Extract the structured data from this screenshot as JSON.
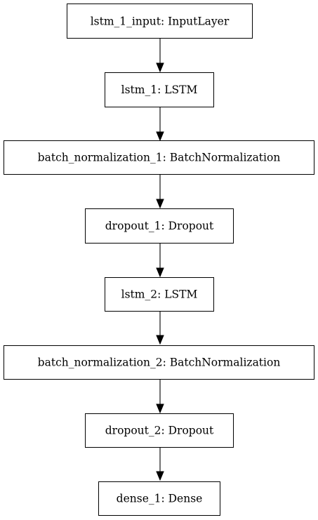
{
  "diagram": {
    "nodes": [
      {
        "id": "lstm_1_input",
        "label": "lstm_1_input: InputLayer"
      },
      {
        "id": "lstm_1",
        "label": "lstm_1: LSTM"
      },
      {
        "id": "batch_normalization_1",
        "label": "batch_normalization_1: BatchNormalization"
      },
      {
        "id": "dropout_1",
        "label": "dropout_1: Dropout"
      },
      {
        "id": "lstm_2",
        "label": "lstm_2: LSTM"
      },
      {
        "id": "batch_normalization_2",
        "label": "batch_normalization_2: BatchNormalization"
      },
      {
        "id": "dropout_2",
        "label": "dropout_2: Dropout"
      },
      {
        "id": "dense_1",
        "label": "dense_1: Dense"
      }
    ],
    "edges": [
      {
        "from": "lstm_1_input",
        "to": "lstm_1"
      },
      {
        "from": "lstm_1",
        "to": "batch_normalization_1"
      },
      {
        "from": "batch_normalization_1",
        "to": "dropout_1"
      },
      {
        "from": "dropout_1",
        "to": "lstm_2"
      },
      {
        "from": "lstm_2",
        "to": "batch_normalization_2"
      },
      {
        "from": "batch_normalization_2",
        "to": "dropout_2"
      },
      {
        "from": "dropout_2",
        "to": "dense_1"
      }
    ],
    "colors": {
      "stroke": "#000000",
      "fill": "#ffffff",
      "text": "#000000"
    }
  }
}
